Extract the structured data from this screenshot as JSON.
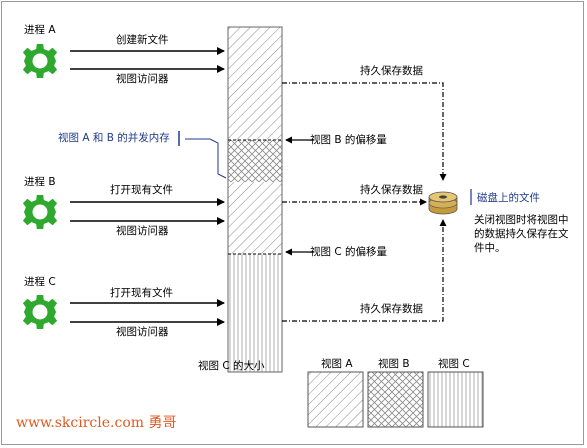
{
  "processes": [
    {
      "label": "进程 A",
      "arrow1": "创建新文件",
      "arrow2": "视图访问器"
    },
    {
      "label": "进程 B",
      "arrow1": "打开现有文件",
      "arrow2": "视图访问器"
    },
    {
      "label": "进程 C",
      "arrow1": "打开现有文件",
      "arrow2": "视图访问器"
    }
  ],
  "persist_label": "持久保存数据",
  "concurrent_memory": "视图 A 和 B 的并发内存",
  "offset_b": "视图 B 的偏移量",
  "offset_c": "视图 C 的偏移量",
  "view_c_size": "视图 C 的大小",
  "disk_label": "磁盘上的文件",
  "disk_note": [
    "关闭视图时将视图中",
    "的数据持久保存在文",
    "件中。"
  ],
  "legend": [
    "视图 A",
    "视图 B",
    "视图 C"
  ],
  "watermark": "www.skcircle.com 勇哥",
  "colors": {
    "gear": "#2fa82f",
    "blue": "#1f3a8a",
    "watermark": "#e05a20"
  }
}
